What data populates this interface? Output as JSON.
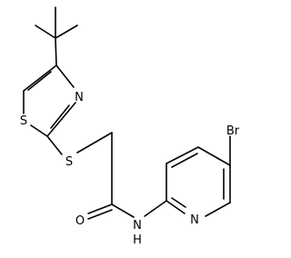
{
  "molecule": {
    "atoms": {
      "thiazole_sulfur": "S",
      "thiazole_nitrogen": "N",
      "thioether_sulfur": "S",
      "carbonyl_oxygen": "O",
      "amide_nitrogen": "N",
      "amide_hydrogen": "H",
      "pyridine_nitrogen": "N",
      "bromine": "Br"
    }
  }
}
